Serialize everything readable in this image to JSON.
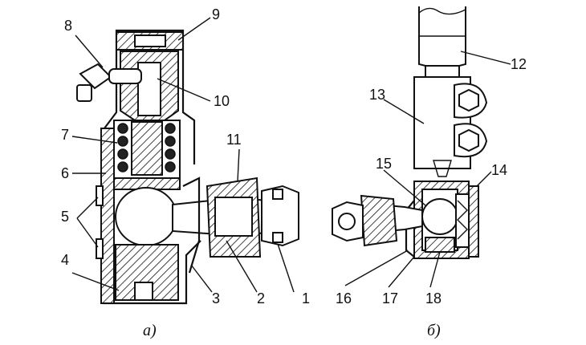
{
  "figure": {
    "view_a": {
      "caption": "а)",
      "callouts": [
        "1",
        "2",
        "3",
        "4",
        "5",
        "6",
        "7",
        "8",
        "9",
        "10",
        "11"
      ]
    },
    "view_b": {
      "caption": "б)",
      "callouts": [
        "12",
        "13",
        "14",
        "15",
        "16",
        "17",
        "18"
      ]
    }
  }
}
